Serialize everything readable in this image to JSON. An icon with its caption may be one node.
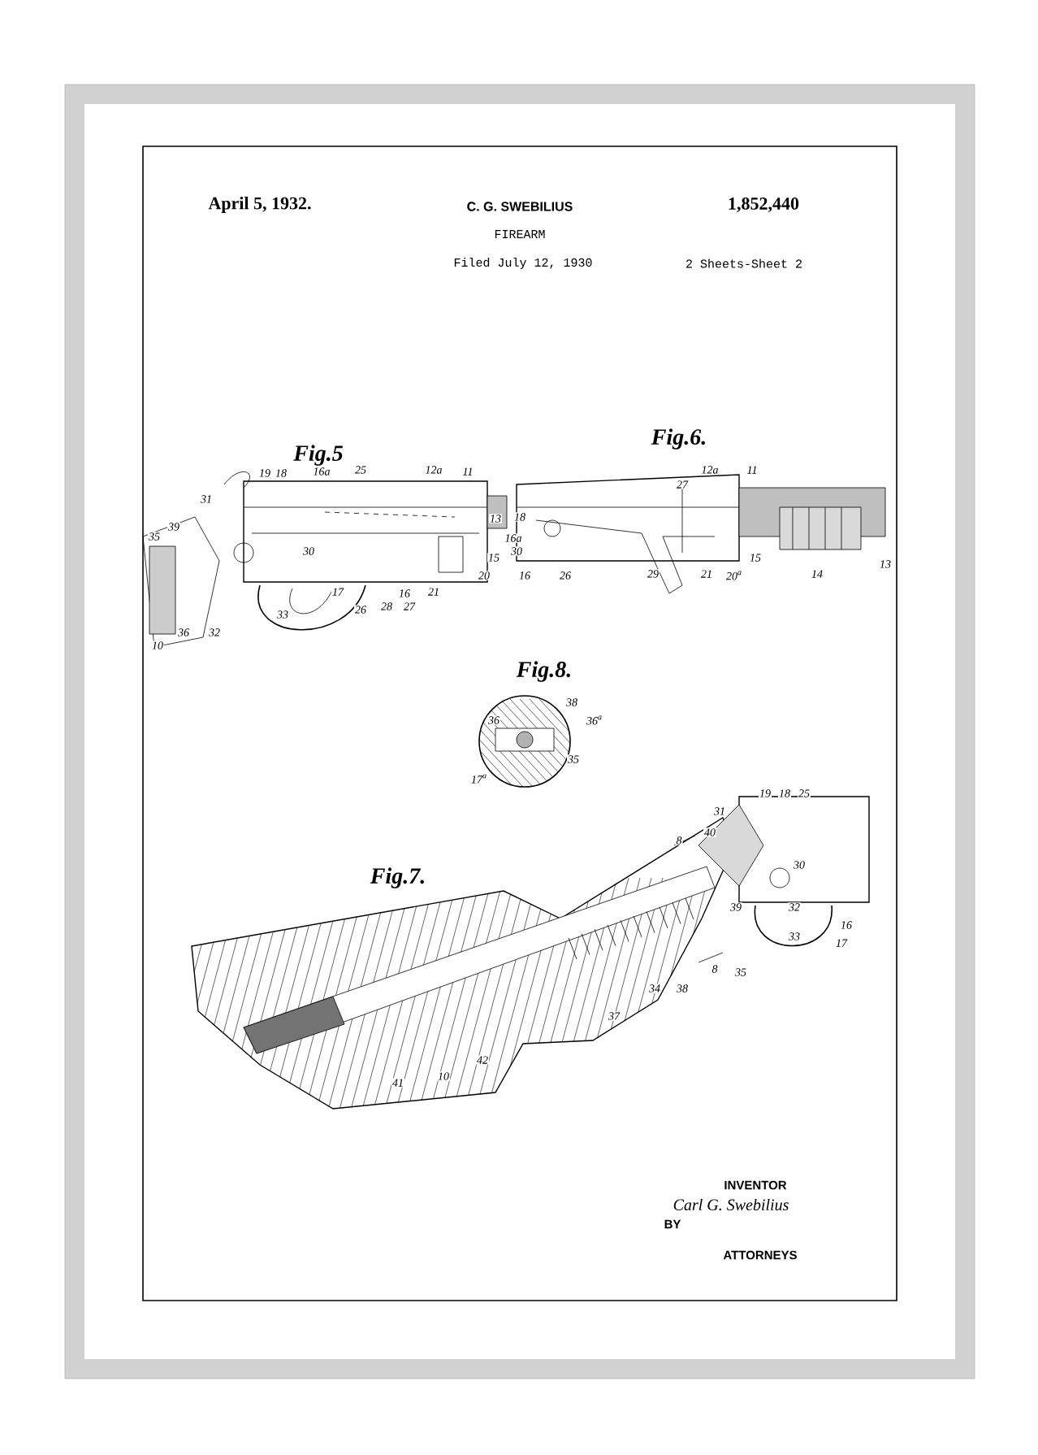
{
  "diagram": {
    "title": "FIREARM",
    "labels": [
      "April 5, 1932.",
      "C. G. SWEBILIUS",
      "1,852,440",
      "Filed July 12, 1930",
      "2 Sheets-Sheet 2",
      "Fig.5",
      "19",
      "18",
      "16a",
      "25",
      "12a",
      "11",
      "31",
      "39",
      "35",
      "13",
      "30",
      "15",
      "20",
      "17",
      "26",
      "28",
      "27",
      "16",
      "21",
      "33",
      "36",
      "32",
      "10",
      "Fig.6.",
      "12a",
      "11",
      "27",
      "18",
      "16a",
      "30",
      "16",
      "26",
      "29",
      "21",
      "20$^{a}$",
      "15",
      "14",
      "13",
      "Fig.8.",
      "38",
      "36",
      "36$^{a}$",
      "35",
      "17$^{a}$",
      "Fig.7.",
      "19",
      "18",
      "25",
      "31",
      "40",
      "8",
      "30",
      "39",
      "32",
      "33",
      "16",
      "17",
      "8",
      "34",
      "38",
      "35",
      "37",
      "42",
      "10",
      "41",
      "INVENTOR",
      "Carl G. Swebilius",
      "BY",
      "ATTORNEYS"
    ]
  }
}
